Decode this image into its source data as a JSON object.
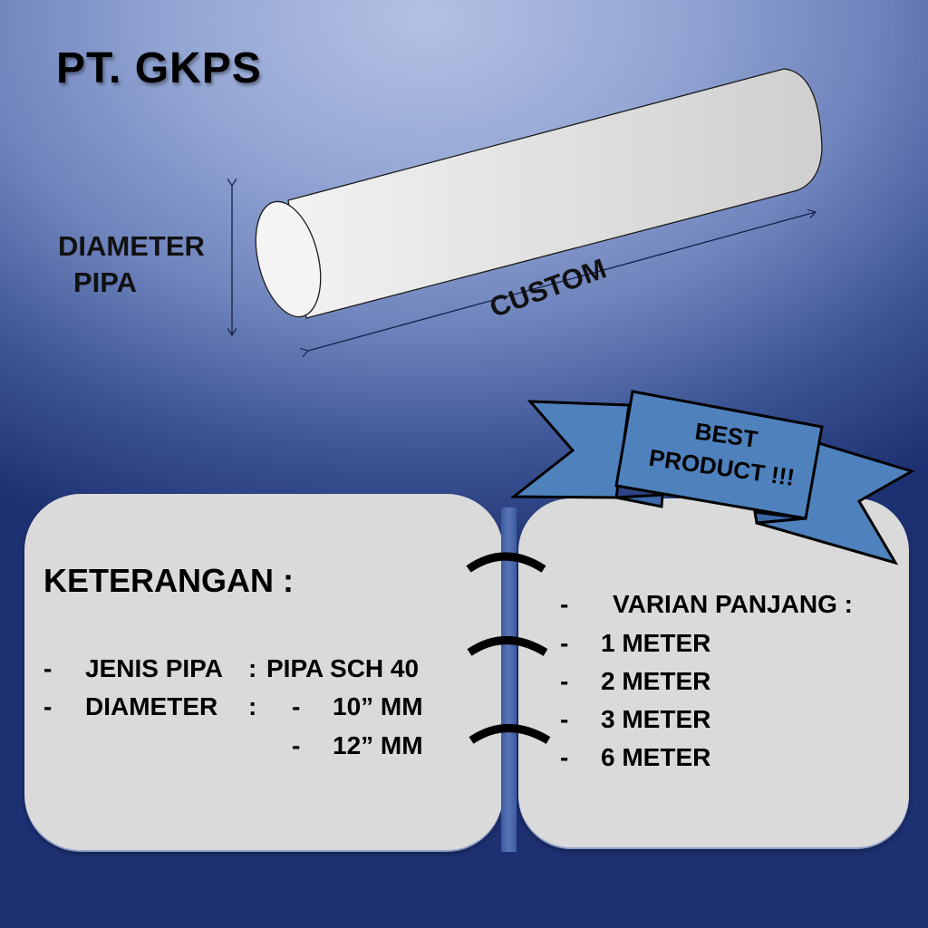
{
  "header": {
    "company": "PT. GKPS"
  },
  "diagram": {
    "diameter_label_line1": "DIAMETER",
    "diameter_label_line2": "PIPA",
    "length_label": "CUSTOM",
    "pipe_color": "#e6e6e6",
    "arrow_color": "#14204a"
  },
  "banner": {
    "line1": "BEST",
    "line2": "PRODUCT !!!",
    "color": "#4f81bd"
  },
  "left_panel": {
    "heading": "KETERANGAN :",
    "rows": [
      {
        "dash": "-",
        "label": "JENIS PIPA",
        "sep": ":",
        "value": "PIPA SCH 40"
      },
      {
        "dash": "-",
        "label": "DIAMETER",
        "sep": ":",
        "sub_dash": "-",
        "value": "10” MM"
      },
      {
        "sub_dash": "-",
        "value": "12” MM"
      }
    ]
  },
  "right_panel": {
    "heading_dash": "-",
    "heading": "VARIAN PANJANG :",
    "items": [
      {
        "dash": "-",
        "label": "1 METER"
      },
      {
        "dash": "-",
        "label": "2 METER"
      },
      {
        "dash": "-",
        "label": "3 METER"
      },
      {
        "dash": "-",
        "label": "6 METER"
      }
    ]
  },
  "colors": {
    "background_light": "#b3c1e3",
    "background_dark": "#1d3072",
    "panel": "#dadada",
    "text": "#000000"
  }
}
